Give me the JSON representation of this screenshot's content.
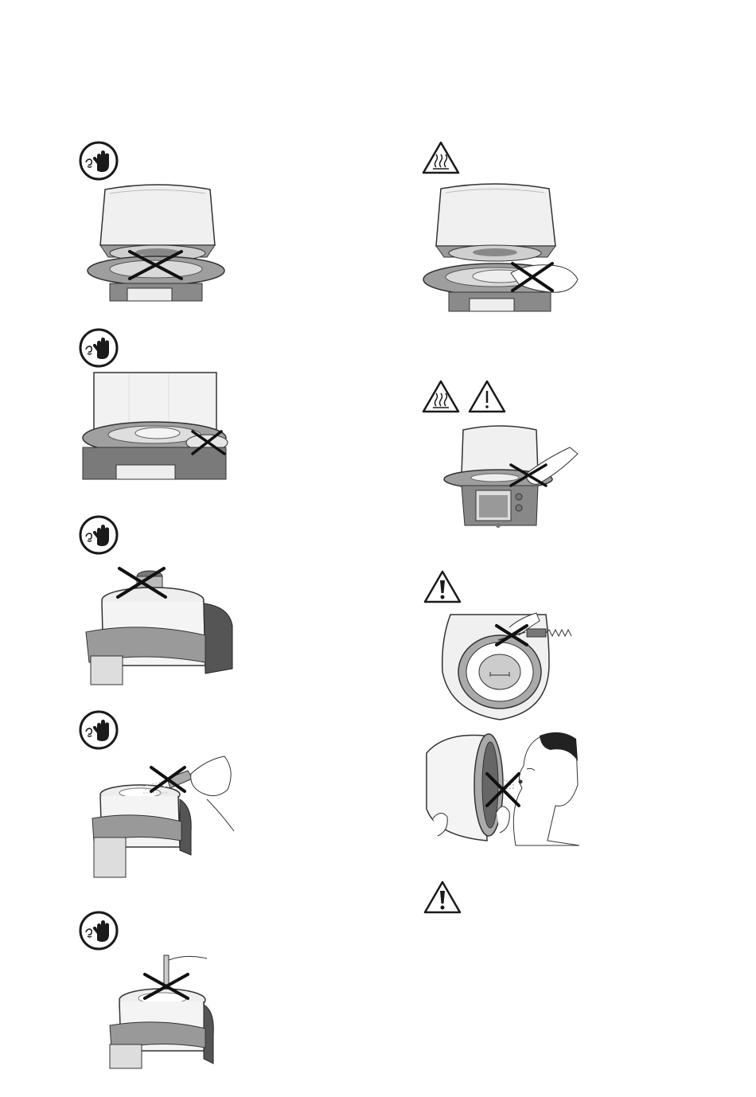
{
  "page": {
    "background": "#ffffff",
    "ink": "#1a1a1a",
    "gray_light": "#e8e8e8",
    "gray_mid": "#a8a8a8",
    "gray_dark": "#4a4a4a"
  },
  "left_column": [
    {
      "symbol": "prohibition-hand-icon",
      "illustration": "furnace-head-open-firing-plate-crossed"
    },
    {
      "symbol": "prohibition-hand-icon",
      "illustration": "furnace-firing-plate-object-placed-crossed"
    },
    {
      "symbol": "prohibition-hand-icon",
      "illustration": "furnace-top-vent-crossed"
    },
    {
      "symbol": "prohibition-hand-icon",
      "illustration": "furnace-spray-bottle-crossed"
    },
    {
      "symbol": "prohibition-hand-icon",
      "illustration": "furnace-top-tool-crossed"
    }
  ],
  "right_column": [
    {
      "symbols": [
        "hot-surface-warning-icon"
      ],
      "illustration": "furnace-hand-on-hot-plate-crossed"
    },
    {
      "symbols": [
        "hot-surface-warning-icon",
        "exclamation-warning-icon"
      ],
      "illustration": "furnace-hand-reaching-crossed"
    },
    {
      "symbols": [
        "caution-warning-icon"
      ],
      "illustration": "firing-chamber-tool-crossed"
    },
    {
      "symbols": [],
      "illustration": "person-blowing-into-chamber-crossed"
    },
    {
      "symbols": [
        "caution-warning-icon"
      ],
      "illustration": "none"
    }
  ]
}
